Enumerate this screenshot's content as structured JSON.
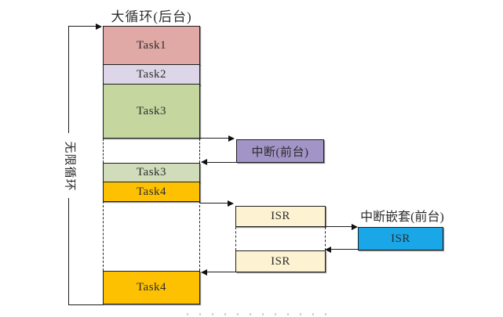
{
  "main_column": {
    "title": "大循环(后台)",
    "tasks": [
      {
        "label": "Task1",
        "color": "#e0a9a5"
      },
      {
        "label": "Task2",
        "color": "#dcd6e8"
      },
      {
        "label": "Task3",
        "color": "#c5d79f"
      },
      {
        "label": "Task3",
        "color": "#d0dcba"
      },
      {
        "label": "Task4",
        "color": "#fdc101"
      },
      {
        "label": "Task4",
        "color": "#fdc101"
      }
    ]
  },
  "left": {
    "loop_label": "无限循环"
  },
  "foreground": {
    "interrupt": {
      "label": "中断(前台)",
      "color": "#a394c7"
    },
    "isr_top": {
      "label": "ISR",
      "color": "#fdf3d3"
    },
    "isr_bottom": {
      "label": "ISR",
      "color": "#fdf3d3"
    },
    "nested": {
      "title": "中断嵌套(前台)",
      "label": "ISR",
      "color": "#19a7e8"
    }
  },
  "colors": {
    "line": "#1c1c1c",
    "text": "#2d2d2d"
  }
}
